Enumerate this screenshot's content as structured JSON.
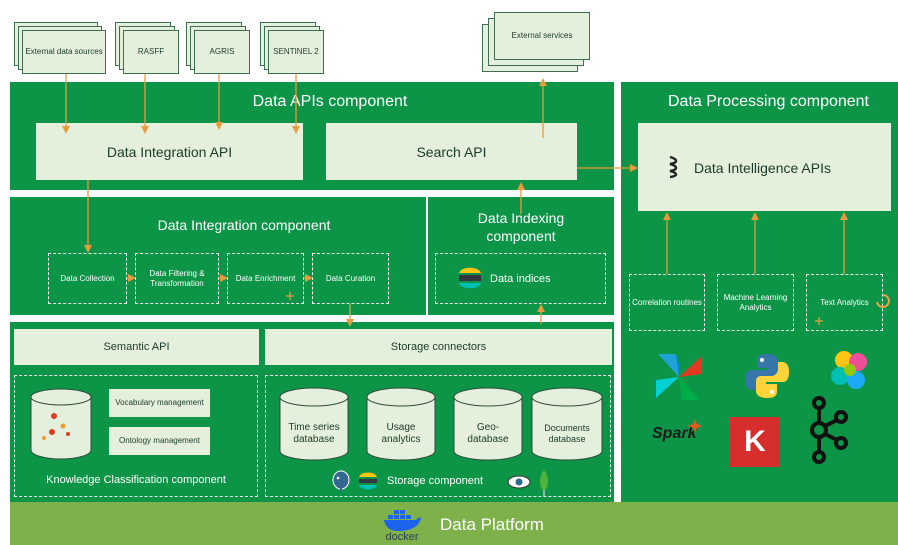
{
  "sources": [
    "External data sources",
    "RASFF",
    "AGRIS",
    "SENTINEL 2"
  ],
  "external_services": "External services",
  "data_apis": {
    "title": "Data APIs component",
    "integration_api": "Data Integration API",
    "search_api": "Search API"
  },
  "data_processing": {
    "title": "Data Processing component",
    "intelligence_apis": "Data Intelligence APIs",
    "routines": [
      "Correlation routines",
      "Machine Learning Analytics",
      "Text Analytics"
    ]
  },
  "data_integration": {
    "title": "Data Integration component",
    "steps": [
      "Data Collection",
      "Data Filtering & Transformation",
      "Data Enrichment",
      "Data Curation"
    ]
  },
  "data_indexing": {
    "title_line1": "Data Indexing",
    "title_line2": "component",
    "indices": "Data indices"
  },
  "semantic_api": "Semantic API",
  "storage_connectors": "Storage connectors",
  "knowledge": {
    "vocabulary": "Vocabulary management",
    "ontology": "Ontology management",
    "title": "Knowledge Classification component"
  },
  "storage": {
    "databases": [
      "Time series database",
      "Usage analytics",
      "Geo-database",
      "Documents database"
    ],
    "title": "Storage component"
  },
  "tech_logos": {
    "spark": "Spark",
    "kafka": "K",
    "docker": "docker"
  },
  "platform": "Data Platform",
  "colors": {
    "component_green": "#0c9447",
    "light_panel": "#e4f0dc",
    "platform_green": "#7fb14b",
    "arrow": "#e89a3c"
  },
  "icons": [
    "elastic-icon",
    "apache-airflow-icon",
    "python-icon",
    "elasticsearch-icon",
    "spark-icon",
    "kafka-streams-icon",
    "apache-kafka-icon",
    "postgres-icon",
    "mongodb-icon",
    "docker-icon",
    "scala-icon"
  ]
}
